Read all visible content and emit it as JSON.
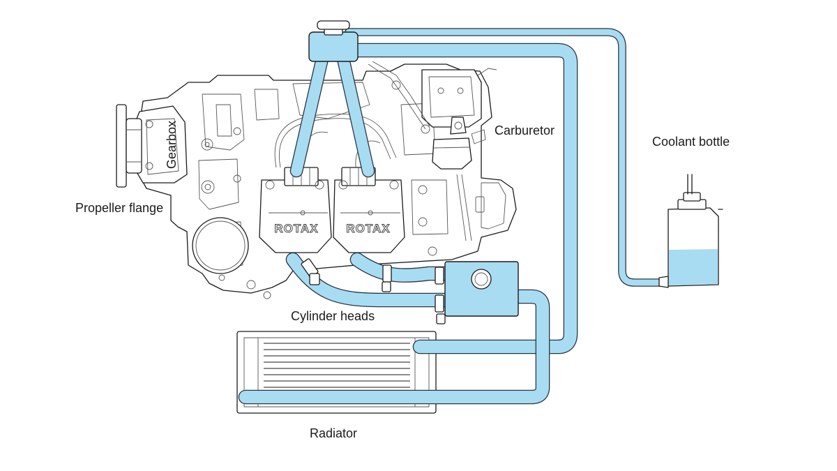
{
  "labels": {
    "carburetor": "Carburetor",
    "coolant_bottle": "Coolant bottle",
    "gearbox": "Gearbox",
    "propeller_flange": "Propeller flange",
    "cylinder_heads": "Cylinder heads",
    "radiator": "Radiator",
    "brand_left": "ROTAX",
    "brand_right": "ROTAX"
  },
  "colors": {
    "coolant": "#a8dcf2",
    "outline": "#1a1a1a",
    "background": "#ffffff"
  }
}
